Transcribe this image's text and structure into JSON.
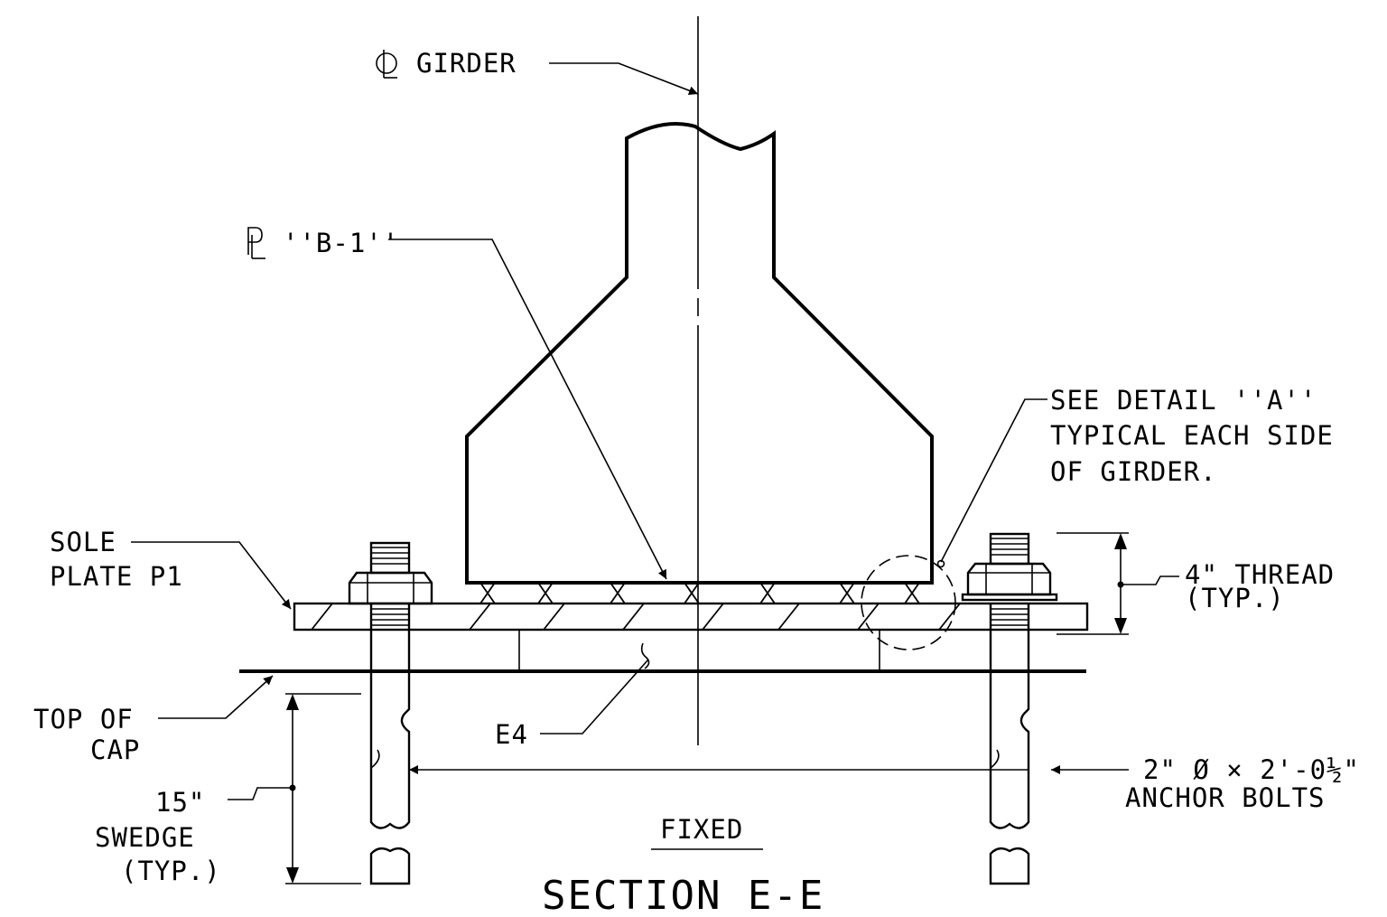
{
  "labels": {
    "cl_girder": "GIRDER",
    "pl_b1": "''B-1''",
    "detail_a_line1": "SEE DETAIL ''A''",
    "detail_a_line2": "TYPICAL EACH SIDE",
    "detail_a_line3": "OF GIRDER.",
    "sole_plate_line1": "SOLE",
    "sole_plate_line2": "PLATE P1",
    "thread_line1": "4\" THREAD",
    "thread_line2": "(TYP.)",
    "top_of_cap_line1": "TOP OF",
    "top_of_cap_line2": "CAP",
    "e4": "E4",
    "swedge_line1": "15\"",
    "swedge_line2": "SWEDGE",
    "swedge_line3": "(TYP.)",
    "anchor_line1": "2\" Ø × 2'-0½\"",
    "anchor_line2": "ANCHOR BOLTS",
    "fixed": "FIXED",
    "section_title": "SECTION E-E"
  }
}
